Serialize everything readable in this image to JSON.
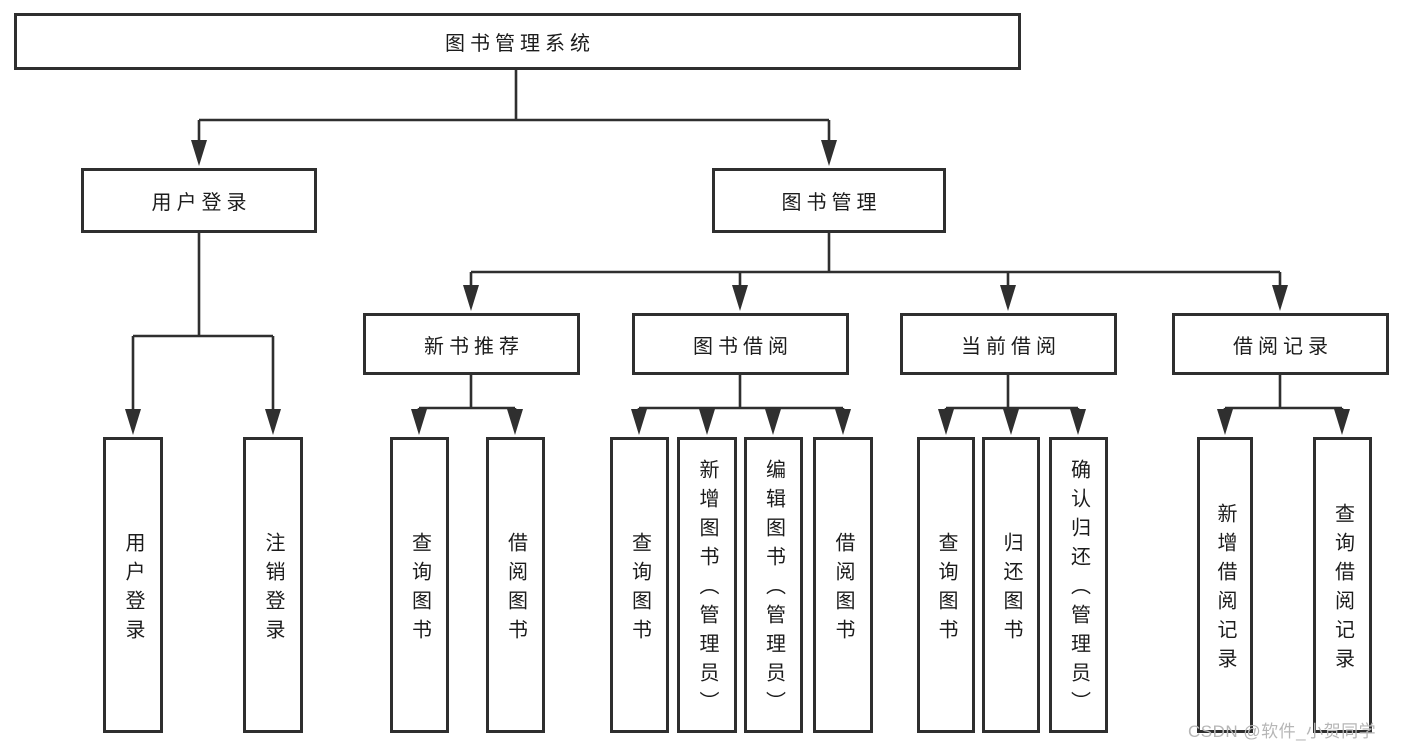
{
  "tree": {
    "label": "图书管理系统",
    "children": [
      {
        "label": "用户登录",
        "children": [
          {
            "label": "用户登录"
          },
          {
            "label": "注销登录"
          }
        ]
      },
      {
        "label": "图书管理",
        "children": [
          {
            "label": "新书推荐",
            "children": [
              {
                "label": "查询图书"
              },
              {
                "label": "借阅图书"
              }
            ]
          },
          {
            "label": "图书借阅",
            "children": [
              {
                "label": "查询图书"
              },
              {
                "label": "新增图书（管理员）"
              },
              {
                "label": "编辑图书（管理员）"
              },
              {
                "label": "借阅图书"
              }
            ]
          },
          {
            "label": "当前借阅",
            "children": [
              {
                "label": "查询图书"
              },
              {
                "label": "归还图书"
              },
              {
                "label": "确认归还（管理员）"
              }
            ]
          },
          {
            "label": "借阅记录",
            "children": [
              {
                "label": "新增借阅记录"
              },
              {
                "label": "查询借阅记录"
              }
            ]
          }
        ]
      }
    ]
  },
  "colors": {
    "line": "#2f2f2f",
    "text": "#1c1c1c",
    "background": "#ffffff",
    "watermark_gray": "#b6b6b6"
  },
  "watermark": {
    "text": "CSDN @软件_小贺同学"
  }
}
